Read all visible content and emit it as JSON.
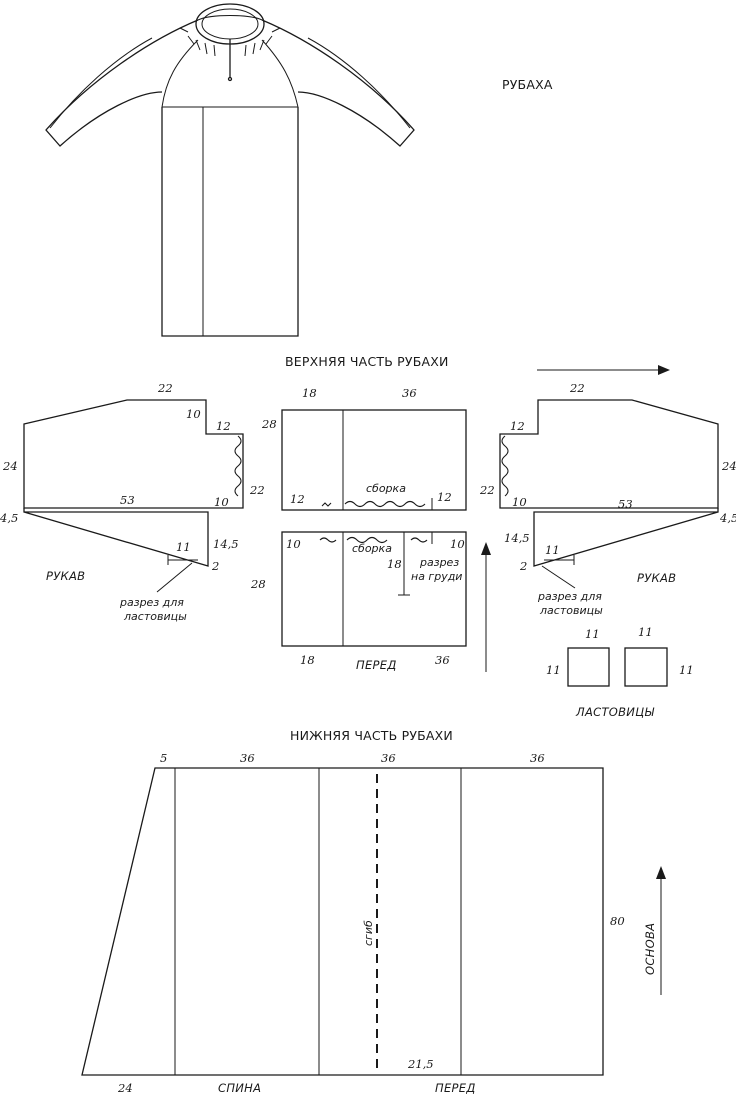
{
  "titles": {
    "shirt": "РУБАХА",
    "upper": "ВЕРХНЯЯ ЧАСТЬ РУБАХИ",
    "lower": "НИЖНЯЯ ЧАСТЬ РУБАХИ"
  },
  "labels": {
    "sleeve": "РУКАВ",
    "front": "ПЕРЕД",
    "back": "СПИНА",
    "gussets": "ЛАСТОВИЦЫ",
    "gathering": "сборка",
    "chest_slit_line1": "разрез",
    "chest_slit_line2": "на груди",
    "gusset_slit_line1": "разрез для",
    "gusset_slit_line2": "ластовицы",
    "fold": "сгиб",
    "grain": "ОСНОВА"
  },
  "dims": {
    "left_sleeve": {
      "top": "22",
      "step_h": "10",
      "step_v": "12",
      "right": "22",
      "left": "24",
      "gusset_edge": "10",
      "length": "53",
      "lower_left": "4,5",
      "lower_right": "14,5",
      "slit": "11",
      "bottom": "2"
    },
    "right_sleeve": {
      "top": "22",
      "step_v": "12",
      "left": "22",
      "gusset_edge": "10",
      "length": "53",
      "right": "24",
      "lower_right": "4,5",
      "lower_left": "14,5",
      "slit": "11",
      "bottom": "2"
    },
    "back_yoke": {
      "left_width": "18",
      "right_width": "36",
      "height": "28",
      "gather_left": "12",
      "gather_right": "12"
    },
    "front_yoke": {
      "gather_left": "10",
      "gather_right": "10",
      "slit": "18",
      "height": "28",
      "left_width": "18",
      "right_width": "36"
    },
    "gusset_a": {
      "top": "11",
      "side": "11"
    },
    "gusset_b": {
      "top": "11",
      "side": "11"
    },
    "lower": {
      "wedge_top": "5",
      "panel_1": "36",
      "panel_2": "36",
      "panel_3": "36",
      "height": "80",
      "wedge_bottom": "24",
      "fold_offset": "21,5"
    }
  }
}
